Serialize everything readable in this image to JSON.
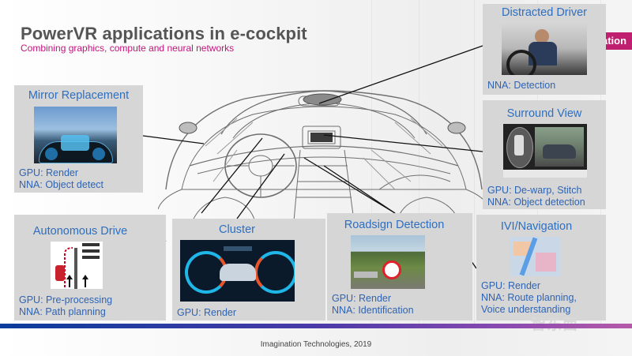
{
  "slide": {
    "title": "PowerVR applications in e-cockpit",
    "subtitle": "Combining graphics, compute and neural networks",
    "brand_fragment": "ation",
    "footer": "Imagination Technologies, 2019",
    "watermark": "智东西"
  },
  "panels": {
    "mirror": {
      "title": "Mirror Replacement",
      "lines": [
        "GPU: Render",
        "NNA: Object detect"
      ]
    },
    "distracted": {
      "title": "Distracted Driver",
      "lines": [
        "NNA: Detection"
      ]
    },
    "surround": {
      "title": "Surround View",
      "lines": [
        "GPU: De-warp, Stitch",
        "NNA: Object detection"
      ]
    },
    "autonomous": {
      "title": "Autonomous Drive",
      "lines": [
        "GPU: Pre-processing",
        "NNA: Path planning"
      ]
    },
    "cluster": {
      "title": "Cluster",
      "lines": [
        "GPU: Render"
      ]
    },
    "roadsign": {
      "title": "Roadsign Detection",
      "lines": [
        "GPU: Render",
        "NNA: Identification"
      ]
    },
    "ivi": {
      "title": "IVI/Navigation",
      "lines": [
        "GPU: Render",
        "NNA: Route planning,",
        "Voice understanding"
      ]
    }
  },
  "colors": {
    "heading": "#2d6fc2",
    "body_text": "#2f64b4",
    "accent": "#c0167b",
    "panel_bg": "#d6d6d6"
  }
}
